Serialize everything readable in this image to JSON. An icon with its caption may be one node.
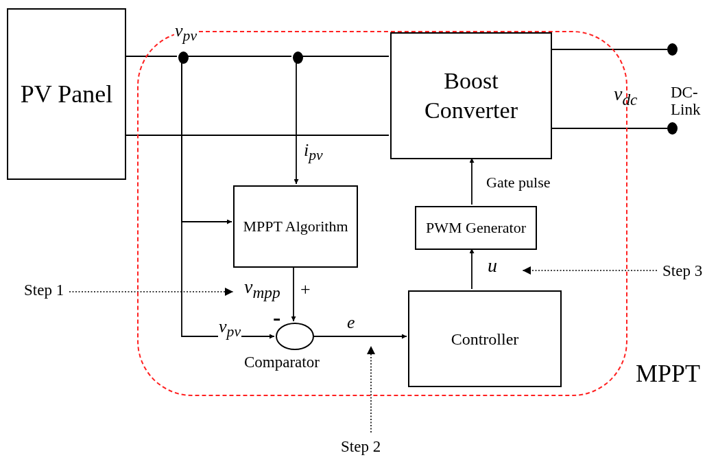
{
  "diagram": {
    "nodes": [
      {
        "text": [
          "MPPT"
        ]
      },
      {
        "text": [
          "PV Panel"
        ]
      },
      {
        "text": [],
        "shape": "circle",
        "in": 0,
        "beside": [
          "v$_{pv}$"
        ]
      },
      {
        "text": [],
        "shape": "circle",
        "in": 0
      },
      {
        "text": [
          "Boost Converter"
        ],
        "in": 0
      },
      {
        "text": [],
        "shape": "circle"
      },
      {
        "text": [],
        "shape": "circle"
      },
      {
        "text": [
          "MPPT Algorithm"
        ],
        "in": 0
      },
      {
        "text": [
          "PWM Generator"
        ],
        "in": 0
      },
      {
        "text": [],
        "shape": "circle",
        "in": 0,
        "beside": [
          "Comparator"
        ]
      },
      {
        "text": [
          "Controller"
        ],
        "in": 0
      },
      {
        "text": [
          "Step 1"
        ]
      },
      {
        "text": [
          "Step 2"
        ]
      },
      {
        "text": [
          "Step 3"
        ]
      }
    ],
    "edges": [
      {
        "from": 1,
        "to": 2,
        "arrow": "none"
      },
      {
        "from": 2,
        "to": 3,
        "arrow": "none"
      },
      {
        "from": 3,
        "to": 4,
        "arrow": "none"
      },
      {
        "from": 1,
        "to": 4,
        "arrow": "none"
      },
      {
        "from": 4,
        "to": 5,
        "arrow": "none"
      },
      {
        "from": 4,
        "to": 6,
        "arrow": "none"
      },
      {
        "from": 3,
        "to": 7,
        "arrow": "to",
        "label": "i$_{pv}$"
      },
      {
        "from": 2,
        "to": 7,
        "arrow": "to"
      },
      {
        "from": 2,
        "to": 9,
        "arrow": "to",
        "label": "v$_{pv}$"
      },
      {
        "from": 7,
        "to": 9,
        "arrow": "to",
        "label": "v$_{mpp}$"
      },
      {
        "from": 9,
        "to": 10,
        "arrow": "to",
        "label": "e"
      },
      {
        "from": 10,
        "to": 8,
        "arrow": "to",
        "label": "u"
      },
      {
        "from": 8,
        "to": 4,
        "arrow": "to",
        "label": "Gate pulse"
      },
      {
        "from": 11,
        "to": null,
        "arrow": "to",
        "style": "dashed"
      },
      {
        "from": 12,
        "to": null,
        "arrow": "to",
        "style": "dashed"
      },
      {
        "from": 13,
        "to": null,
        "arrow": "to",
        "style": "dashed"
      }
    ],
    "labels": [
      "v$_{dc}$",
      "DC-Link",
      "+",
      "-"
    ]
  }
}
